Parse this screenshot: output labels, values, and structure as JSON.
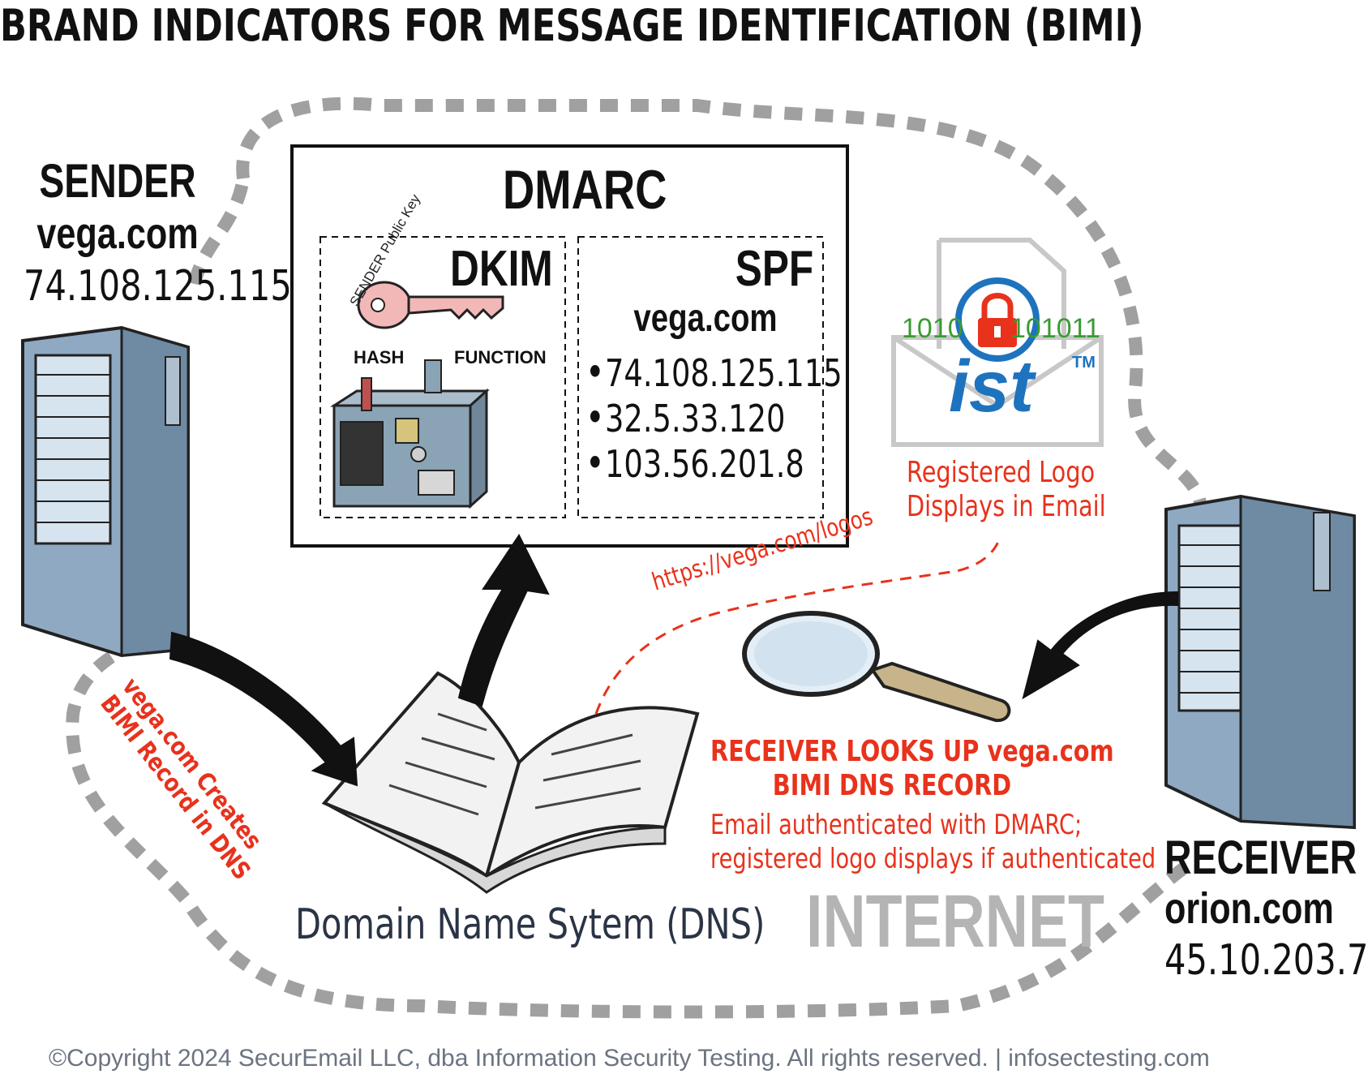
{
  "title": "BRAND INDICATORS FOR MESSAGE IDENTIFICATION (BIMI)",
  "sender": {
    "label": "SENDER",
    "domain": "vega.com",
    "ip": "74.108.125.115"
  },
  "receiver": {
    "label": "RECEIVER",
    "domain": "orion.com",
    "ip": "45.10.203.7"
  },
  "dmarc": {
    "title": "DMARC",
    "dkim": {
      "title": "DKIM",
      "key_text": "SENDER Public Key",
      "hash_label": "HASH",
      "function_label": "FUNCTION"
    },
    "spf": {
      "title": "SPF",
      "domain": "vega.com",
      "ips": [
        "74.108.125.115",
        "32.5.33.120",
        "103.56.201.8"
      ]
    }
  },
  "logo": {
    "word": "ist",
    "tm": "TM",
    "bits_left": "1010",
    "bits_right": "101011",
    "caption_line1": "Registered Logo",
    "caption_line2": "Displays in Email"
  },
  "url": "https://vega.com/logos",
  "creates": {
    "line1": "vega.com Creates",
    "line2": "BIMI Record in DNS"
  },
  "lookup": {
    "line1": "RECEIVER LOOKS UP vega.com",
    "line2": "BIMI DNS RECORD",
    "desc1": "Email authenticated with DMARC;",
    "desc2": "registered logo displays if authenticated"
  },
  "dns_label": "Domain Name Sytem (DNS)",
  "internet_label": "INTERNET",
  "copyright": "©Copyright 2024 SecurEmail LLC, dba Information Security Testing. All rights reserved.  |  infosectesting.com",
  "colors": {
    "accent_red": "#e8321c",
    "logo_blue": "#1e73be",
    "server_blue": "#8fa9c2",
    "cloud_gray": "#a0a0a0",
    "dns_text": "#2a3445"
  }
}
